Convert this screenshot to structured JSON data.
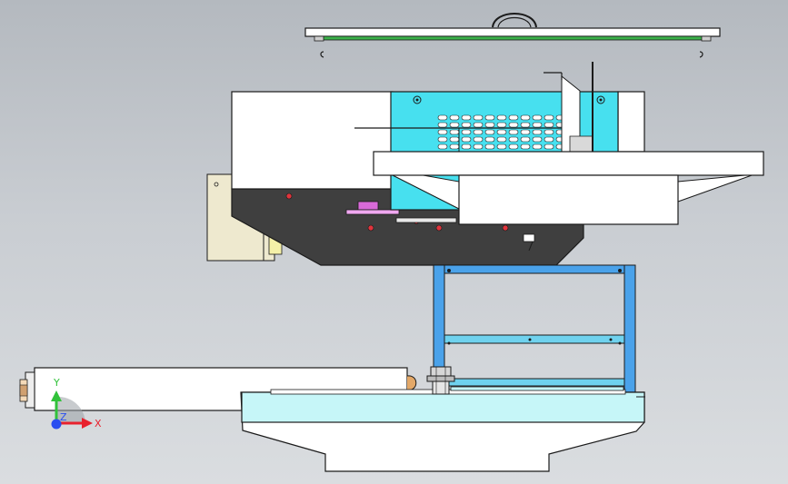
{
  "viewport": {
    "background_top": "#b4b9bf",
    "background_bottom": "#dadde0"
  },
  "colors": {
    "dark_body": "#3f3f3f",
    "cyan_panel": "#47e0ef",
    "light_cyan": "#c6f6f8",
    "white_part": "#ffffff",
    "cream_part": "#eee9cf",
    "frame_blue": "#4aa2ea",
    "magenta_part": "#d86ad8",
    "red_bolt": "#e0343c",
    "green_strip": "#3cb04a",
    "outline": "#1b1b1b"
  },
  "triad": {
    "x_label": "X",
    "y_label": "Y",
    "z_label": "Z",
    "x_color": "#e8212d",
    "y_color": "#31c23a",
    "z_color": "#2a4ef0"
  }
}
